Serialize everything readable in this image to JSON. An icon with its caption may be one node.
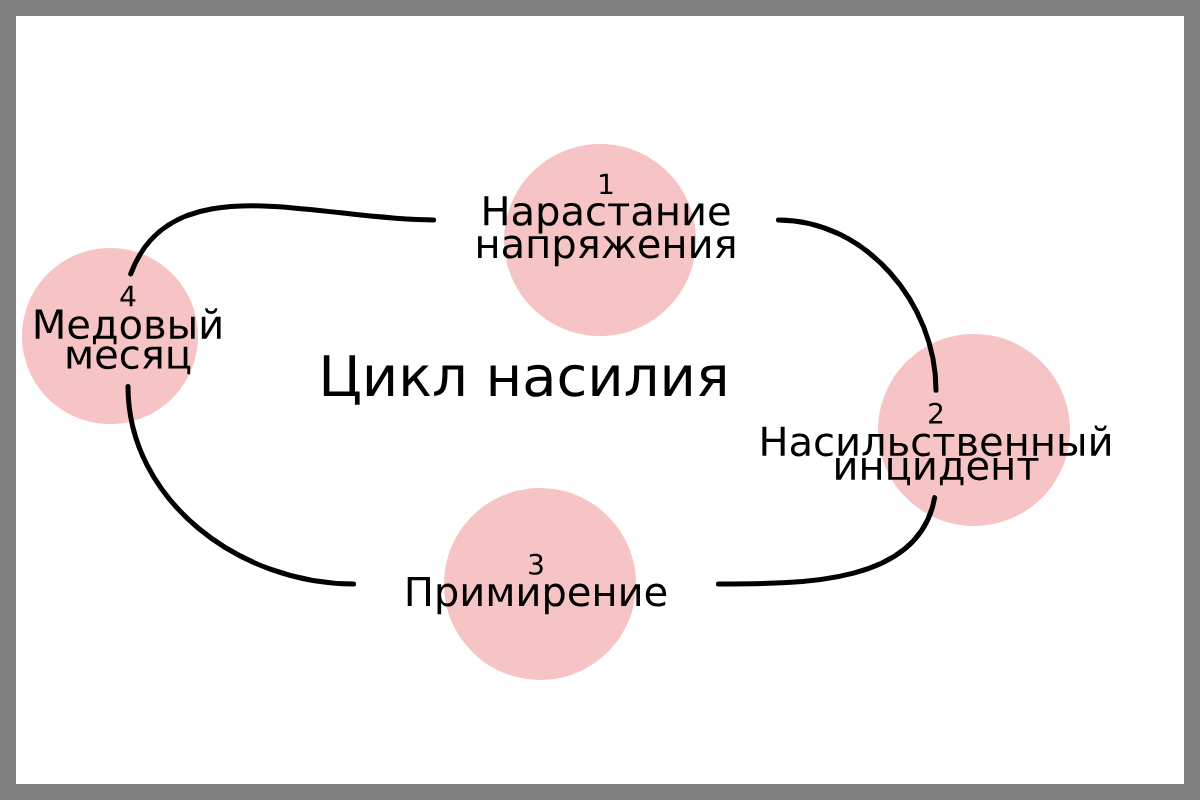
{
  "diagram": {
    "title": "Цикл насилия",
    "nodes": [
      {
        "text": [
          "1",
          "Нарастание напряжения"
        ]
      },
      {
        "text": [
          "2",
          "Насильственный инцидент"
        ]
      },
      {
        "text": [
          "3",
          "Примирение"
        ]
      },
      {
        "text": [
          "4",
          "Медовый месяц"
        ]
      }
    ],
    "edges": [
      {
        "from": 0,
        "to": 1,
        "arrow": "none"
      },
      {
        "from": 1,
        "to": 2,
        "arrow": "none"
      },
      {
        "from": 2,
        "to": 3,
        "arrow": "none"
      },
      {
        "from": 3,
        "to": 0,
        "arrow": "none"
      }
    ]
  }
}
